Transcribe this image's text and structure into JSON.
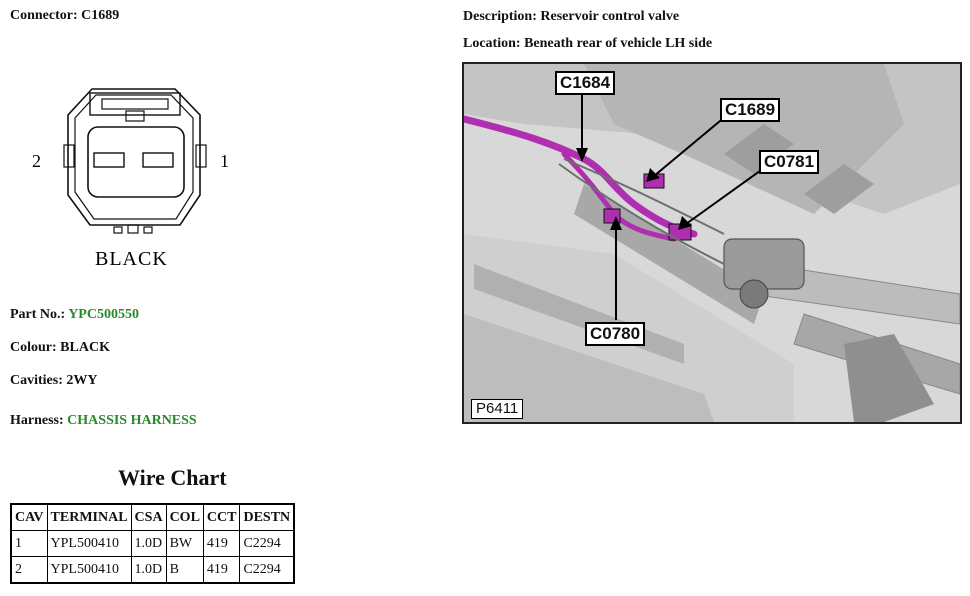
{
  "connector": {
    "label": "Connector:",
    "value": "C1689"
  },
  "diagram": {
    "pin_left": "2",
    "pin_right": "1",
    "color_text": "BLACK"
  },
  "part_no": {
    "label": "Part No.:",
    "value": "YPC500550"
  },
  "colour": {
    "label": "Colour:",
    "value": "BLACK"
  },
  "cavities": {
    "label": "Cavities:",
    "value": "2WY"
  },
  "harness": {
    "label": "Harness:",
    "value": "CHASSIS HARNESS"
  },
  "description": {
    "label": "Description:",
    "value": "Reservoir control valve"
  },
  "location": {
    "label": "Location:",
    "value": "Beneath rear of vehicle LH side"
  },
  "figure": {
    "callouts": [
      "C1684",
      "C1689",
      "C0781",
      "C0780"
    ],
    "figure_id": "P6411"
  },
  "wire_chart": {
    "title": "Wire Chart",
    "headers": [
      "CAV",
      "TERMINAL",
      "CSA",
      "COL",
      "CCT",
      "DESTN"
    ],
    "rows": [
      [
        "1",
        "YPL500410",
        "1.0D",
        "BW",
        "419",
        "C2294"
      ],
      [
        "2",
        "YPL500410",
        "1.0D",
        "B",
        "419",
        "C2294"
      ]
    ]
  },
  "colors": {
    "link_green": "#2a8a2a",
    "harness_magenta": "#b02fb0"
  }
}
